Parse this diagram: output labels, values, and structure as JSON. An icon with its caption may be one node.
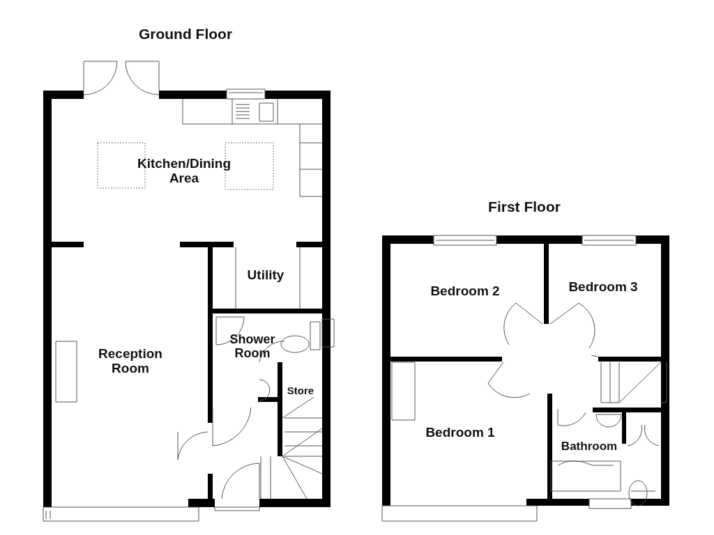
{
  "diagram": {
    "labels": [
      "Ground Floor",
      "Kitchen/Dining Area",
      "Utility",
      "Shower Room",
      "Reception Room",
      "Store",
      "First Floor",
      "Bedroom 2",
      "Bedroom 3",
      "Bedroom 1",
      "Bathroom"
    ]
  }
}
